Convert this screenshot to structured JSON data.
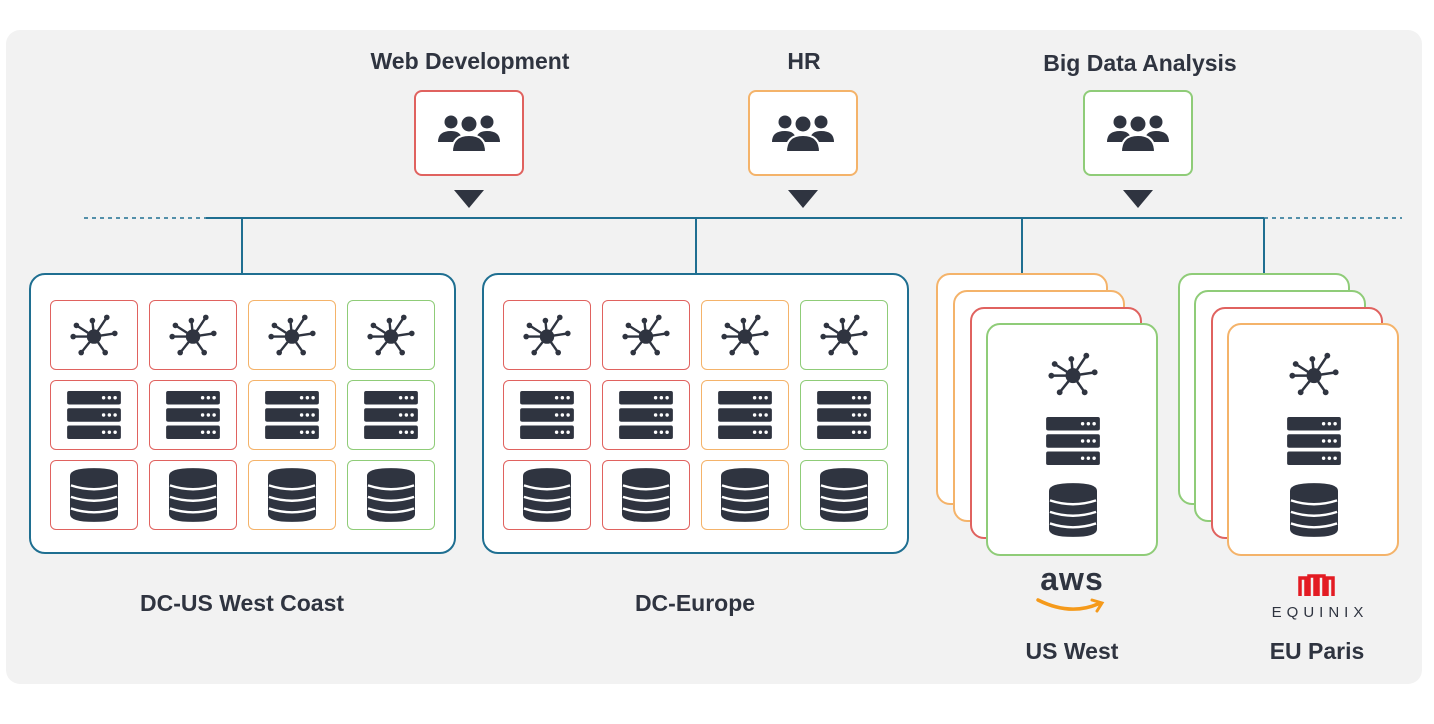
{
  "groups": [
    {
      "name": "Web Development",
      "color": "#e0625f",
      "icon": "users-icon"
    },
    {
      "name": "HR",
      "color": "#f4b36a",
      "icon": "users-icon"
    },
    {
      "name": "Big Data Analysis",
      "color": "#8fcc78",
      "icon": "users-icon"
    }
  ],
  "datacenters": [
    {
      "label": "DC-US West Coast",
      "rows": [
        "network-icon",
        "server-icon",
        "database-icon"
      ],
      "column_colors": [
        "red",
        "red",
        "orange",
        "green"
      ]
    },
    {
      "label": "DC-Europe",
      "rows": [
        "network-icon",
        "server-icon",
        "database-icon"
      ],
      "column_colors": [
        "red",
        "red",
        "orange",
        "green"
      ]
    }
  ],
  "clouds": [
    {
      "label": "US West",
      "provider": "aws",
      "logo": "aws-logo",
      "stack_colors": [
        "orange",
        "orange",
        "red",
        "green"
      ]
    },
    {
      "label": "EU Paris",
      "provider": "EQUINIX",
      "logo": "equinix-logo",
      "stack_colors": [
        "green",
        "green",
        "red",
        "orange"
      ]
    }
  ],
  "colors": {
    "red": "#e0625f",
    "orange": "#f4b36a",
    "green": "#8fcc78",
    "network_line": "#1f6f91",
    "icon": "#2f3440"
  }
}
